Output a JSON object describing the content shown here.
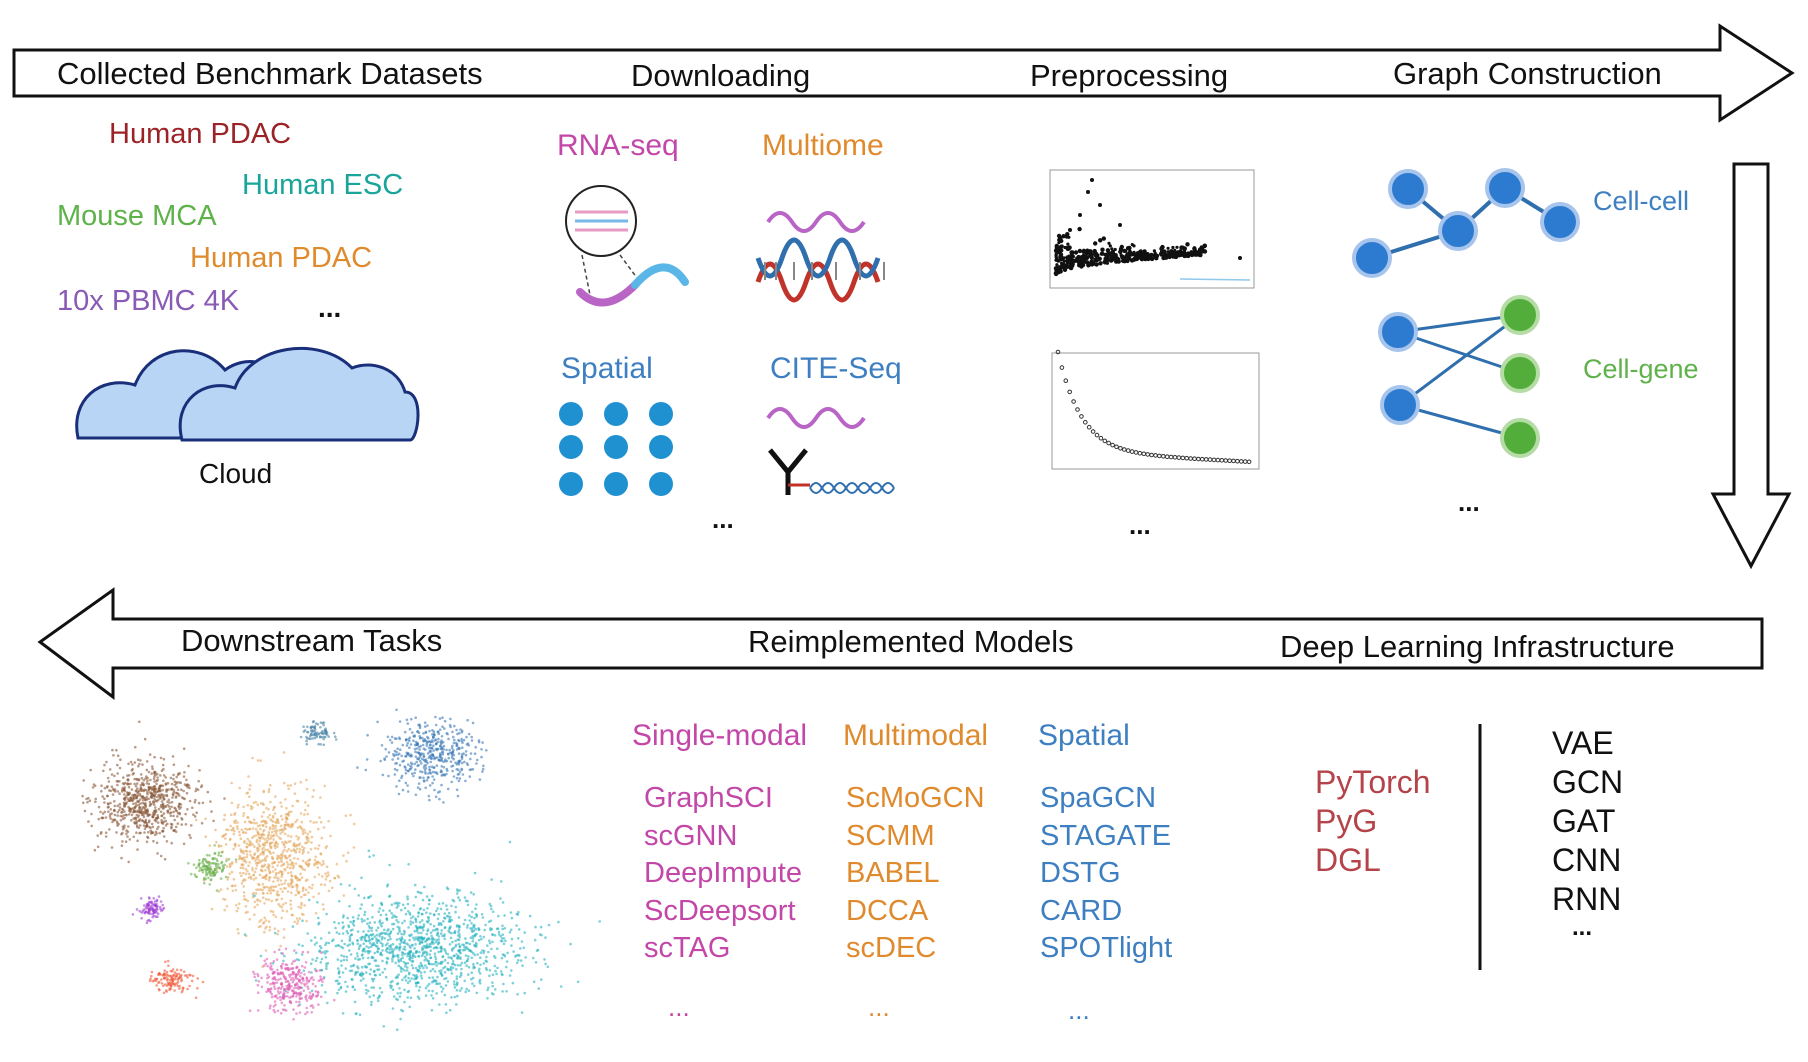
{
  "top_flow": {
    "stages": [
      "Collected Benchmark Datasets",
      "Downloading",
      "Preprocessing",
      "Graph Construction"
    ]
  },
  "bottom_flow": {
    "stages": [
      "Downstream Tasks",
      "Reimplemented Models",
      "Deep Learning Infrastructure"
    ]
  },
  "datasets": {
    "items": [
      {
        "label": "Human PDAC",
        "color": "#9b2226"
      },
      {
        "label": "Human ESC",
        "color": "#1aa59a"
      },
      {
        "label": "Mouse MCA",
        "color": "#5fb24a"
      },
      {
        "label": "Human PDAC",
        "color": "#e08a2e"
      },
      {
        "label": "10x PBMC 4K",
        "color": "#8a5bb5"
      }
    ],
    "more": "...",
    "cloud_label": "Cloud"
  },
  "modalities": {
    "items": [
      {
        "label": "RNA-seq",
        "color": "#c247a8"
      },
      {
        "label": "Multiome",
        "color": "#e08a2e"
      },
      {
        "label": "Spatial",
        "color": "#3d7fc1"
      },
      {
        "label": "CITE-Seq",
        "color": "#3d7fc1"
      }
    ],
    "more": "..."
  },
  "preprocessing": {
    "more": "..."
  },
  "graph": {
    "cell_cell_label": "Cell-cell",
    "cell_gene_label": "Cell-gene",
    "cell_cell_color": "#3d7fc1",
    "cell_gene_color": "#5fb24a",
    "more": "..."
  },
  "models": {
    "columns": [
      {
        "header": "Single-modal",
        "color": "#c247a8",
        "items": [
          "GraphSCI",
          "scGNN",
          "DeepImpute",
          "ScDeepsort",
          "scTAG"
        ],
        "more": "..."
      },
      {
        "header": "Multimodal",
        "color": "#e08a2e",
        "items": [
          "ScMoGCN",
          "SCMM",
          "BABEL",
          "DCCA",
          "scDEC"
        ],
        "more": "..."
      },
      {
        "header": "Spatial",
        "color": "#3d7fc1",
        "items": [
          "SpaGCN",
          "STAGATE",
          "DSTG",
          "CARD",
          "SPOTlight"
        ],
        "more": "..."
      }
    ]
  },
  "infrastructure": {
    "frameworks": [
      "PyTorch",
      "PyG",
      "DGL"
    ],
    "framework_color": "#b5434a",
    "architectures": [
      "VAE",
      "GCN",
      "GAT",
      "CNN",
      "RNN"
    ],
    "more": "..."
  }
}
